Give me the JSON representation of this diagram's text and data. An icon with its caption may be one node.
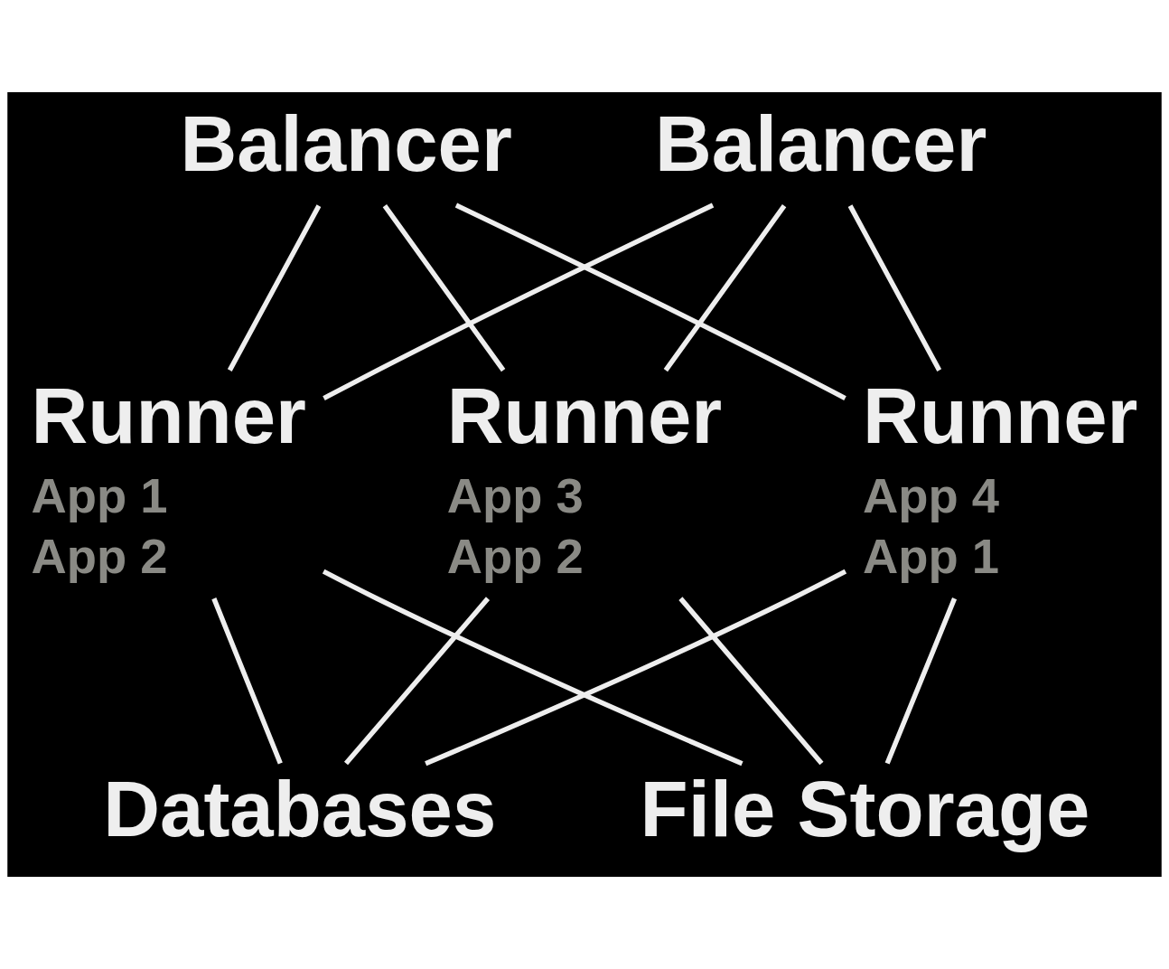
{
  "diagram": {
    "nodes": [
      {
        "text": [
          "Balancer"
        ]
      },
      {
        "text": [
          "Balancer"
        ]
      },
      {
        "text": [
          "Runner",
          "App 1",
          "App 2"
        ]
      },
      {
        "text": [
          "Runner",
          "App 3",
          "App 2"
        ]
      },
      {
        "text": [
          "Runner",
          "App 4",
          "App 1"
        ]
      },
      {
        "text": [
          "Databases"
        ]
      },
      {
        "text": [
          "File Storage"
        ]
      }
    ],
    "edges": [
      {
        "from": 0,
        "to": 2,
        "arrow": "none"
      },
      {
        "from": 0,
        "to": 3,
        "arrow": "none"
      },
      {
        "from": 0,
        "to": 4,
        "arrow": "none"
      },
      {
        "from": 1,
        "to": 2,
        "arrow": "none"
      },
      {
        "from": 1,
        "to": 3,
        "arrow": "none"
      },
      {
        "from": 1,
        "to": 4,
        "arrow": "none"
      },
      {
        "from": 2,
        "to": 5,
        "arrow": "none"
      },
      {
        "from": 2,
        "to": 6,
        "arrow": "none"
      },
      {
        "from": 3,
        "to": 5,
        "arrow": "none"
      },
      {
        "from": 3,
        "to": 6,
        "arrow": "none"
      },
      {
        "from": 4,
        "to": 5,
        "arrow": "none"
      },
      {
        "from": 4,
        "to": 6,
        "arrow": "none"
      }
    ]
  }
}
